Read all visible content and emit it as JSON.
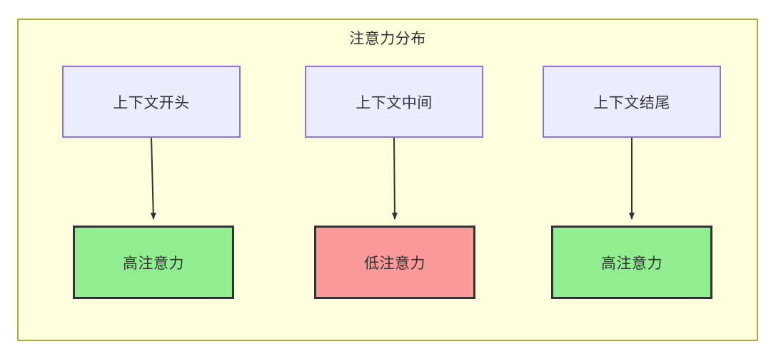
{
  "diagram": {
    "type": "flowchart",
    "direction": "top-to-bottom",
    "container": {
      "title": "注意力分布",
      "background_color": "#ffffde",
      "border_color": "#aaaa33"
    },
    "nodes": [
      {
        "id": "ctx-start",
        "label": "上下文开头",
        "group": "source",
        "column": 1,
        "fill_color": "#ececff",
        "border_color": "#9370db",
        "text_color": "#333333"
      },
      {
        "id": "ctx-middle",
        "label": "上下文中间",
        "group": "source",
        "column": 2,
        "fill_color": "#ececff",
        "border_color": "#9370db",
        "text_color": "#333333"
      },
      {
        "id": "ctx-end",
        "label": "上下文结尾",
        "group": "source",
        "column": 3,
        "fill_color": "#ececff",
        "border_color": "#9370db",
        "text_color": "#333333"
      },
      {
        "id": "attn-high-start",
        "label": "高注意力",
        "group": "result",
        "column": 1,
        "fill_color": "#90ee90",
        "border_color": "#333333",
        "text_color": "#333333"
      },
      {
        "id": "attn-low-middle",
        "label": "低注意力",
        "group": "result",
        "column": 2,
        "fill_color": "#fa9999",
        "border_color": "#333333",
        "text_color": "#333333"
      },
      {
        "id": "attn-high-end",
        "label": "高注意力",
        "group": "result",
        "column": 3,
        "fill_color": "#90ee90",
        "border_color": "#333333",
        "text_color": "#333333"
      }
    ],
    "edges": [
      {
        "id": "edge-1",
        "from": "ctx-start",
        "to": "attn-high-start",
        "arrow": "filled-triangle",
        "color": "#333333"
      },
      {
        "id": "edge-2",
        "from": "ctx-middle",
        "to": "attn-low-middle",
        "arrow": "filled-triangle",
        "color": "#333333"
      },
      {
        "id": "edge-3",
        "from": "ctx-end",
        "to": "attn-high-end",
        "arrow": "filled-triangle",
        "color": "#333333"
      }
    ]
  }
}
